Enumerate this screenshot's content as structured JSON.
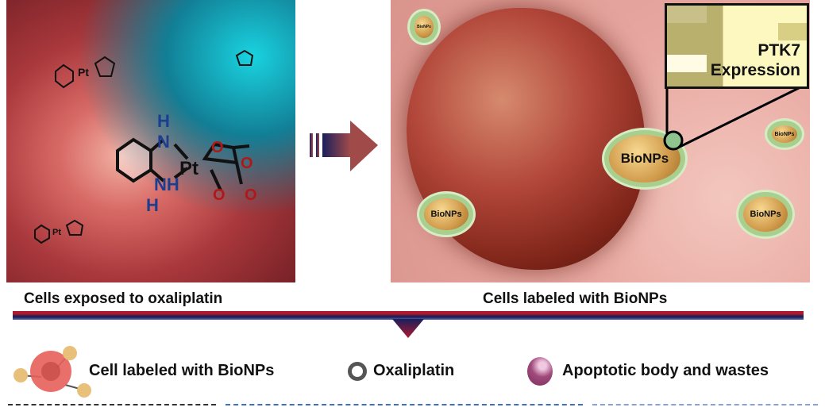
{
  "left_panel": {
    "caption": "Cells exposed to oxaliplatin",
    "molecule": {
      "nh_top": "H",
      "n_top": "N",
      "pt": "Pt",
      "n_bottom": "NH",
      "h_bottom": "H",
      "o": "O"
    }
  },
  "right_panel": {
    "caption": "Cells labeled with BioNPs",
    "np_label": "BioNPs",
    "inset": {
      "line1": "PTK7",
      "line2": "Expression"
    }
  },
  "legend": [
    {
      "label": "Cell labeled with BioNPs",
      "icon": "labeled-cell-icon"
    },
    {
      "label": "Oxaliplatin",
      "icon": "oxaliplatin-ring-icon",
      "color": "#555555"
    },
    {
      "label": "Apoptotic body and wastes",
      "icon": "apoptotic-body-icon",
      "color": "#a04a7c"
    }
  ],
  "colors": {
    "bar_red": "#b01830",
    "bar_navy": "#1a1f5c"
  }
}
